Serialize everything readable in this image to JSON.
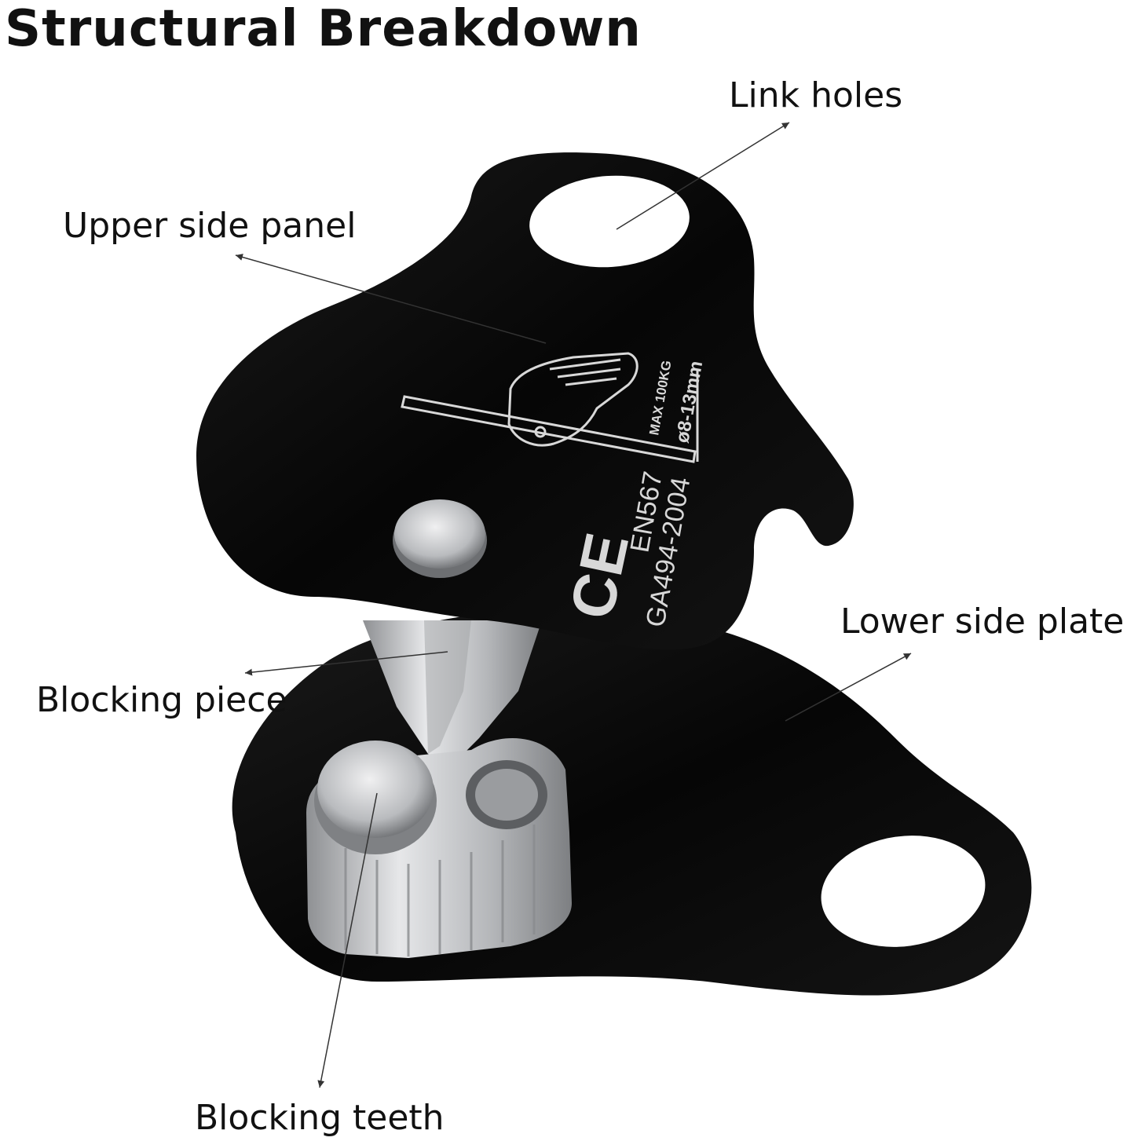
{
  "title": "Structural Breakdown",
  "callouts": {
    "link_holes": "Link holes",
    "upper_side_panel": "Upper side panel",
    "lower_side_plate": "Lower side plate",
    "blocking_piece": "Blocking piece",
    "blocking_teeth": "Blocking teeth"
  },
  "engraving": {
    "max_load": "MAX 100KG",
    "rope_diameter": "ø8-13mm",
    "standard": "EN567",
    "ce_mark": "CE",
    "gb_standard": "GA494-2004"
  },
  "colors": {
    "plate": "#0c0c0c",
    "metal": "#c9cacc",
    "engraving": "#d8d8d8",
    "leader_line": "#333333"
  }
}
